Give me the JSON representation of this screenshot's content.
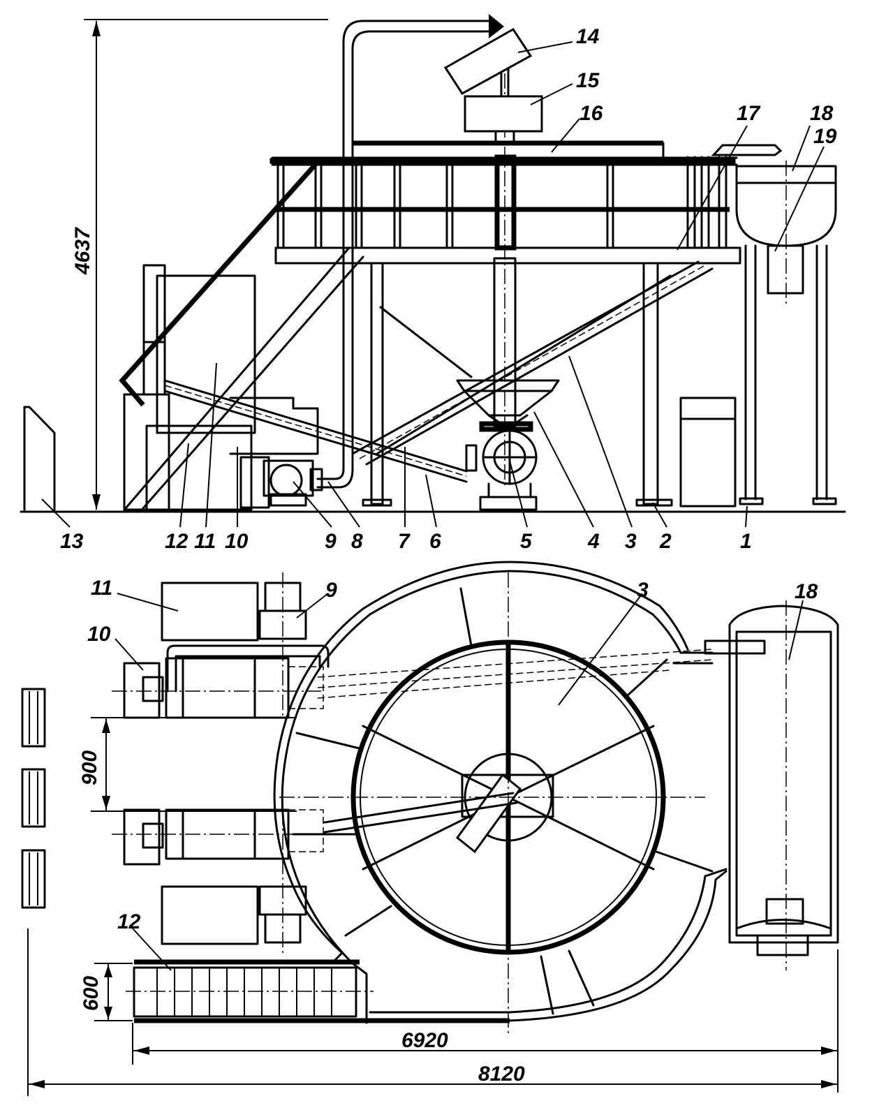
{
  "callouts": {
    "c1": "1",
    "c2": "2",
    "c3": "3",
    "c4": "4",
    "c5": "5",
    "c6": "6",
    "c7": "7",
    "c8": "8",
    "c9": "9",
    "c10": "10",
    "c11": "11",
    "c12": "12",
    "c13": "13",
    "c14": "14",
    "c15": "15",
    "c16": "16",
    "c17": "17",
    "c18": "18",
    "c19": "19"
  },
  "plan_callouts": {
    "p3": "3",
    "p9": "9",
    "p10": "10",
    "p11": "11",
    "p12": "12",
    "p18": "18"
  },
  "dimensions": {
    "height": "4637",
    "gap": "900",
    "bay": "600",
    "inner_length": "6920",
    "overall_length": "8120"
  }
}
